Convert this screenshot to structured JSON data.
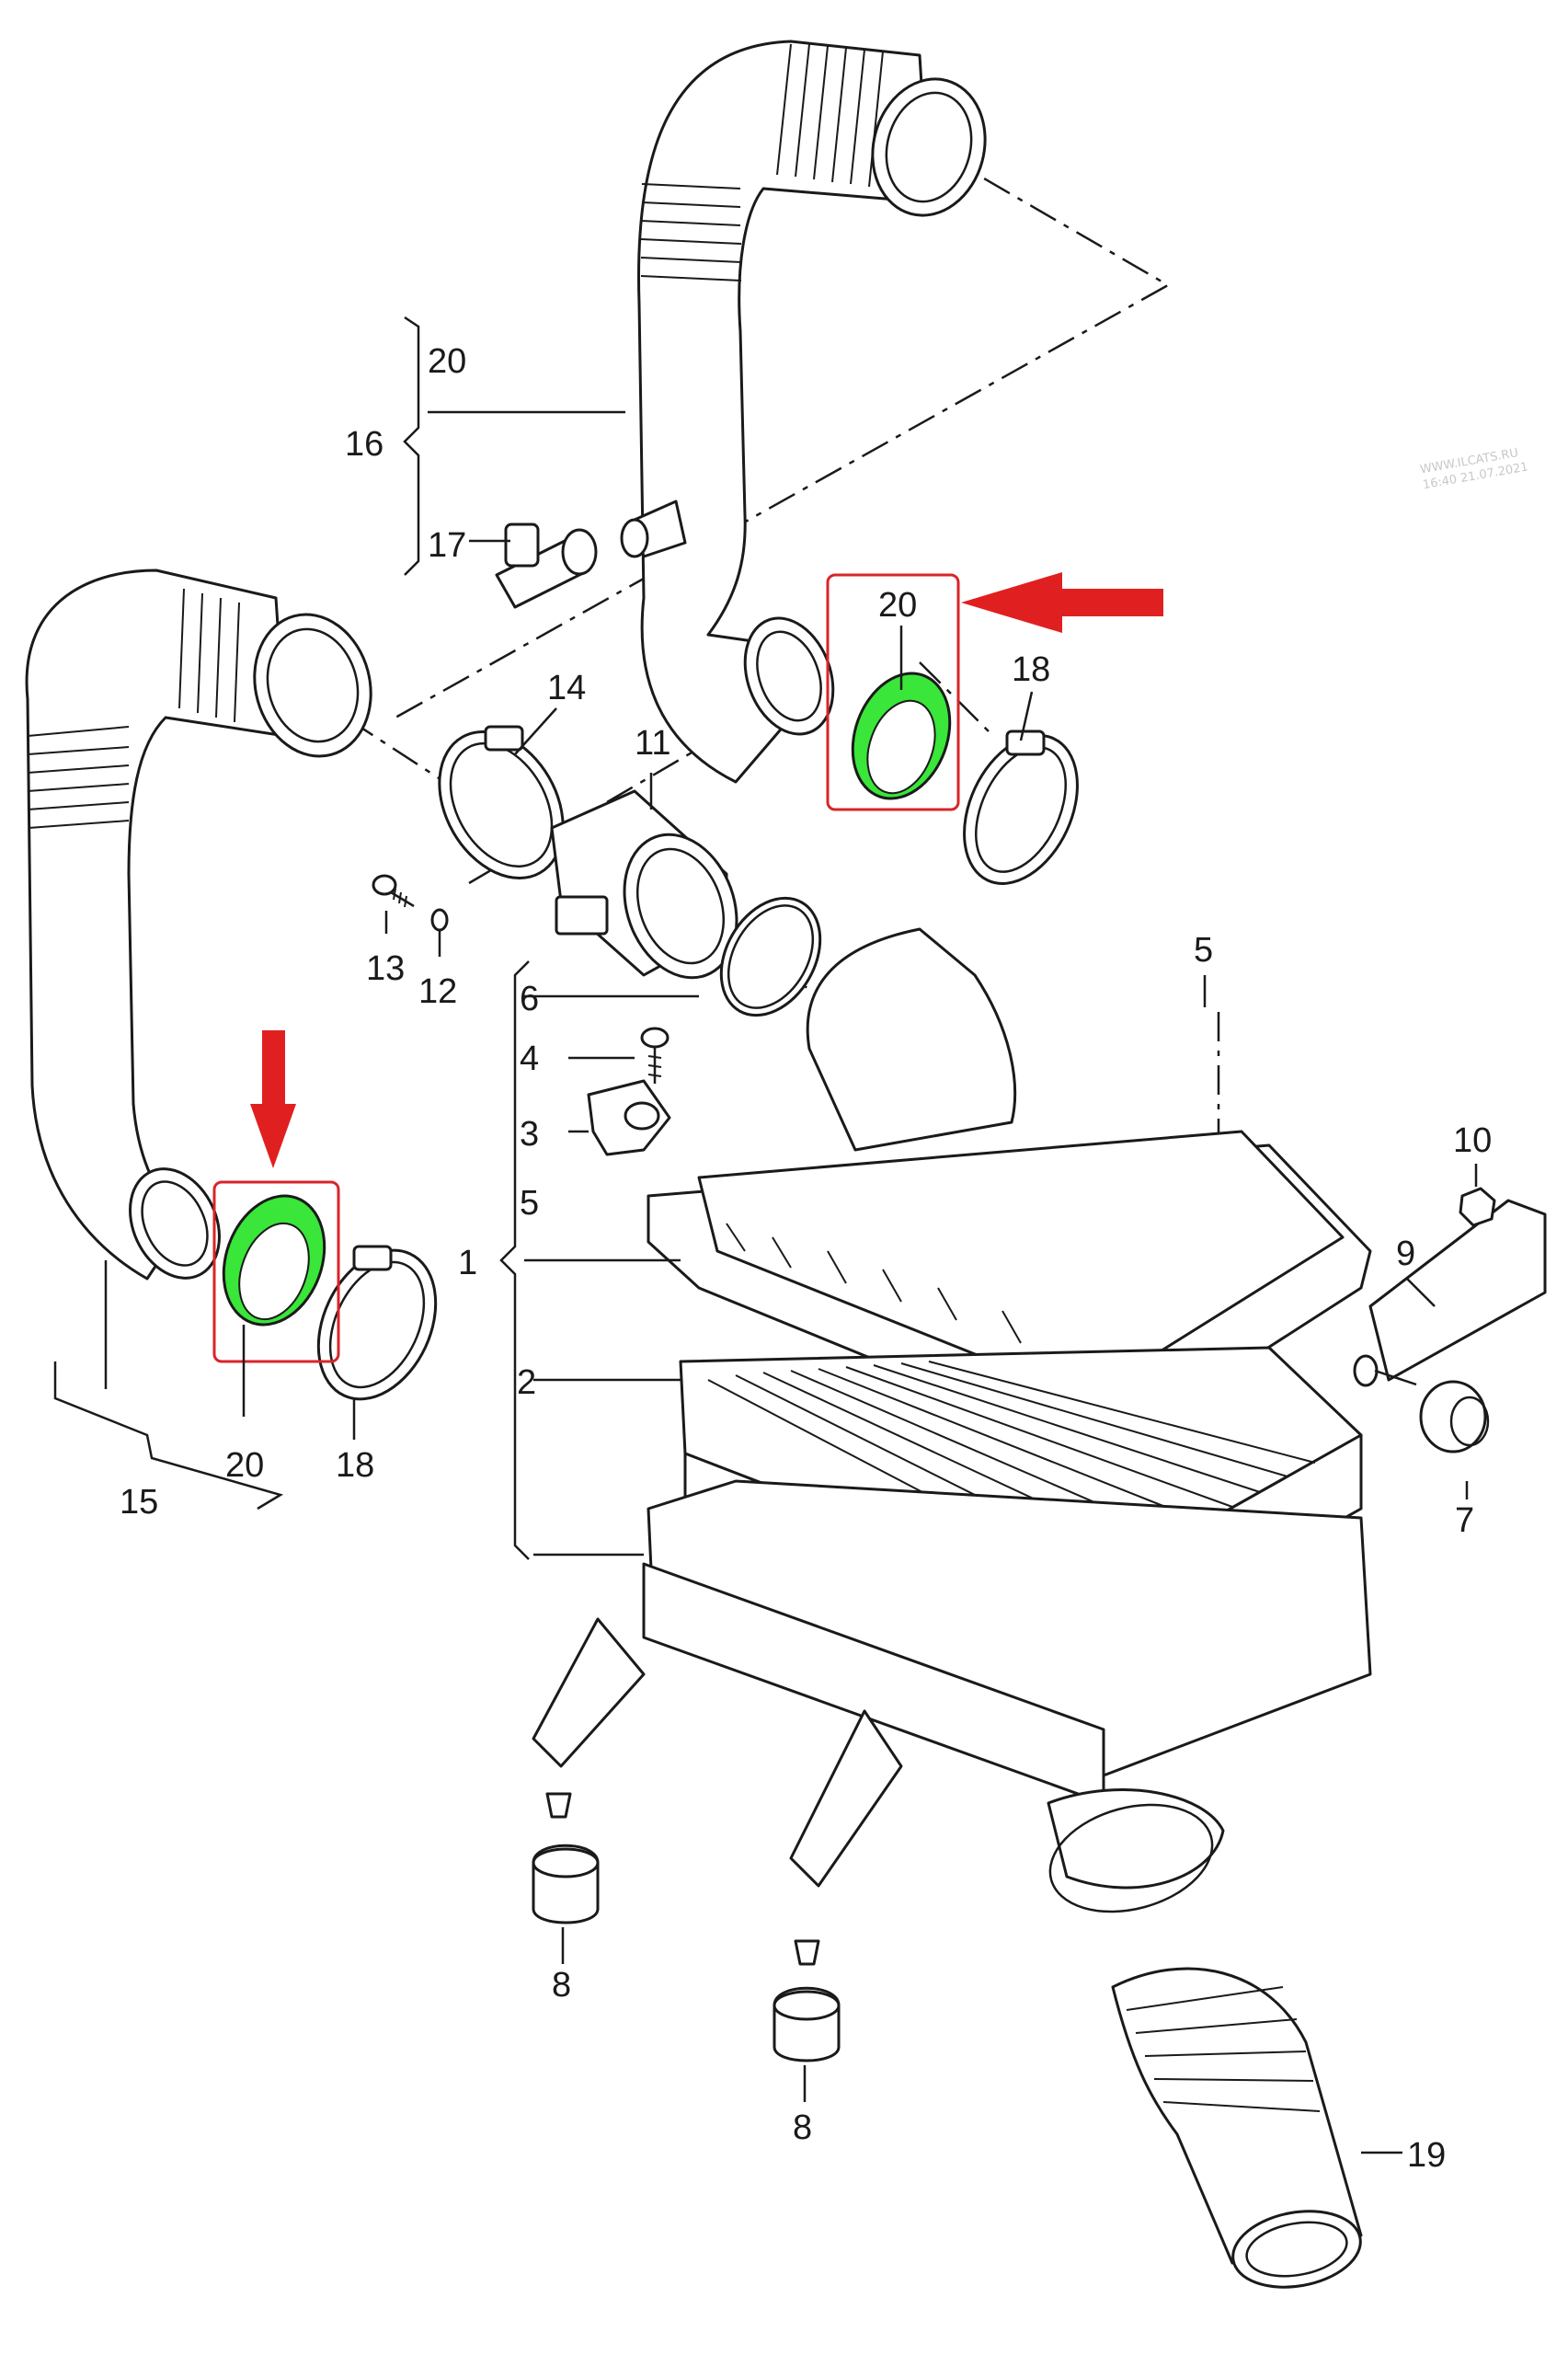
{
  "watermark": {
    "line1": "WWW.ILCATS.RU",
    "line2": "16:40 21.07.2021"
  },
  "colors": {
    "highlight_fill": "#39e639",
    "highlight_frame": "#d9242a",
    "arrow": "#e02020",
    "line": "#1a1a1a"
  },
  "labels": {
    "l1": "1",
    "l2": "2",
    "l3": "3",
    "l4": "4",
    "l5a": "5",
    "l5b": "5",
    "l6": "6",
    "l7": "7",
    "l8a": "8",
    "l8b": "8",
    "l9": "9",
    "l10": "10",
    "l11": "11",
    "l12": "12",
    "l13": "13",
    "l14": "14",
    "l15": "15",
    "l16": "16",
    "l17": "17",
    "l18a": "18",
    "l18b": "18",
    "l19": "19",
    "l20a": "20",
    "l20b": "20",
    "l20c": "20"
  }
}
